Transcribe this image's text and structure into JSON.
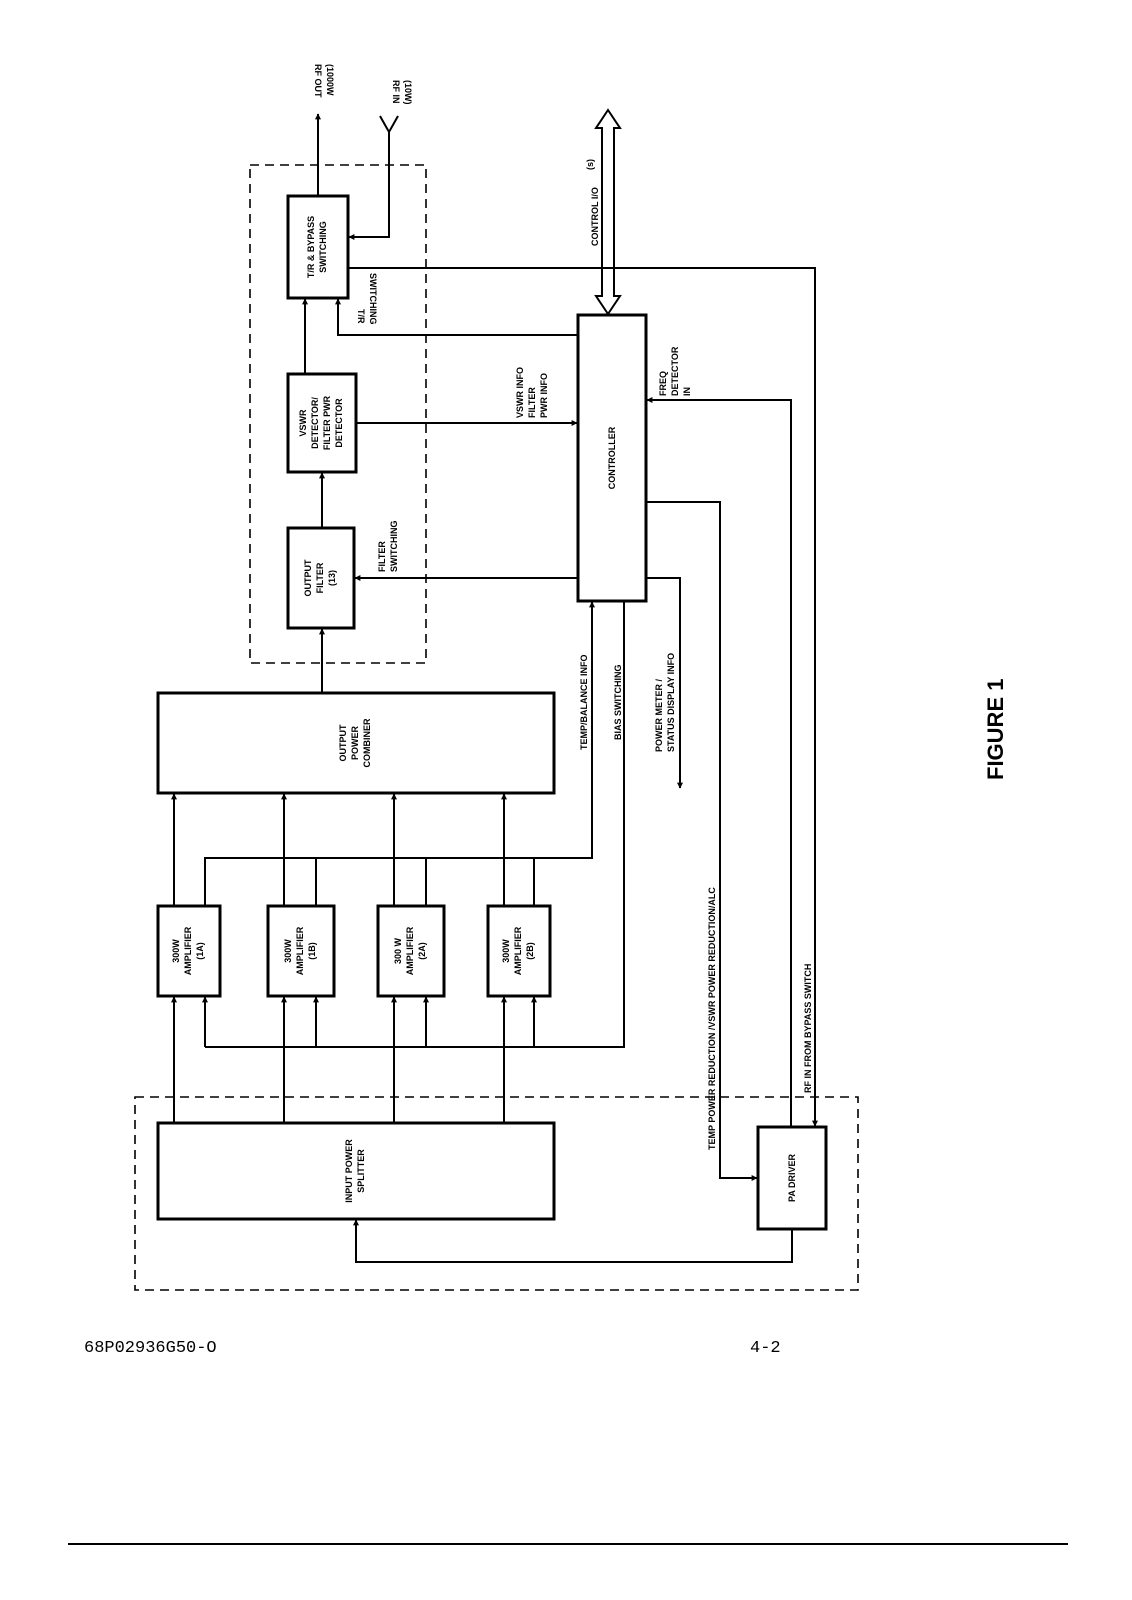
{
  "figure": {
    "title": "FIGURE 1"
  },
  "blocks": {
    "tr_bypass": [
      "T/R & BYPASS",
      "SWITCHING"
    ],
    "vswr_detector": [
      "VSWR",
      "DETECTOR/",
      "FILTER PWR",
      "DETECTOR"
    ],
    "output_filter": [
      "OUTPUT",
      "FILTER",
      "(13)"
    ],
    "output_power_combiner": [
      "OUTPUT",
      "POWER",
      "COMBINER"
    ],
    "controller": [
      "CONTROLLER"
    ],
    "amplifiers": [
      [
        "300W",
        "AMPLIFIER",
        "(1A)"
      ],
      [
        "300W",
        "AMPLIFIER",
        "(1B)"
      ],
      [
        "300 W",
        "AMPLIFIER",
        "(2A)"
      ],
      [
        "300W",
        "AMPLIFIER",
        "(2B)"
      ]
    ],
    "input_power_splitter": [
      "INPUT POWER",
      "SPLITTER"
    ],
    "pa_driver": [
      "PA DRIVER"
    ]
  },
  "signals": {
    "rf_out": [
      "RF OUT",
      "(1000W"
    ],
    "rf_in": [
      "RF IN",
      "(10W)"
    ],
    "control_io": "CONTROL I/O",
    "control_io_sup": "(s)",
    "tr_switching": [
      "T/R",
      "SWITCHING"
    ],
    "vswr_info": [
      "VSWR INFO",
      "FILTER",
      "PWR INFO"
    ],
    "filter_switching": [
      "FILTER",
      "SWITCHING"
    ],
    "freq_detector_in": [
      "FREQ",
      "DETECTOR",
      "IN"
    ],
    "temp_balance_info": "TEMP/BALANCE INFO",
    "bias_switching": "BIAS SWITCHING",
    "power_meter": [
      "POWER METER /",
      "STATUS DISPLAY INFO"
    ],
    "temp_power_reduction": "TEMP POWER REDUCTION /VSWR POWER REDUCTION/ALC",
    "rf_in_bypass": "RF IN FROM BYPASS SWITCH"
  },
  "footer": {
    "doc_number": "68P02936G50-O",
    "page_number": "4-2"
  }
}
